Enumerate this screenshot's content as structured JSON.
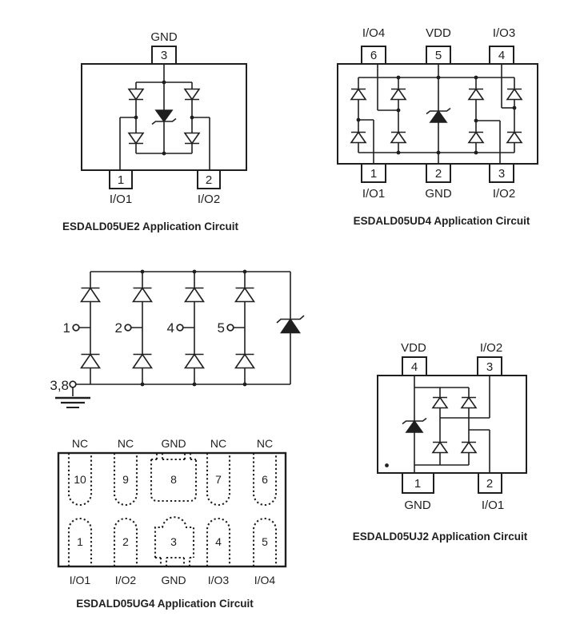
{
  "colors": {
    "ink": "#1f1f1f",
    "background": "#ffffff"
  },
  "c1": {
    "caption": "ESDALD05UE2 Application Circuit",
    "gnd": "GND",
    "io1": "I/O1",
    "io2": "I/O2",
    "pin3": "3",
    "pin1": "1",
    "pin2": "2"
  },
  "c2": {
    "caption": "ESDALD05UD4 Application Circuit",
    "io4": "I/O4",
    "vdd": "VDD",
    "io3": "I/O3",
    "io1": "I/O1",
    "gnd": "GND",
    "io2": "I/O2",
    "pin6": "6",
    "pin5": "5",
    "pin4": "4",
    "pin1": "1",
    "pin2": "2",
    "pin3": "3"
  },
  "c3": {
    "t1": "1",
    "t2": "2",
    "t4": "4",
    "t5": "5",
    "gnd": "3,8"
  },
  "c4": {
    "caption": "ESDALD05UG4 Application Circuit",
    "top_labels": [
      "NC",
      "NC",
      "GND",
      "NC",
      "NC"
    ],
    "top_pads": [
      "10",
      "9",
      "8",
      "7",
      "6"
    ],
    "bottom_pads": [
      "1",
      "2",
      "3",
      "4",
      "5"
    ],
    "bottom_labels": [
      "I/O1",
      "I/O2",
      "GND",
      "I/O3",
      "I/O4"
    ]
  },
  "c5": {
    "caption": "ESDALD05UJ2 Application Circuit",
    "vdd": "VDD",
    "io2": "I/O2",
    "gnd": "GND",
    "io1": "I/O1",
    "pin4": "4",
    "pin3": "3",
    "pin1": "1",
    "pin2": "2"
  }
}
